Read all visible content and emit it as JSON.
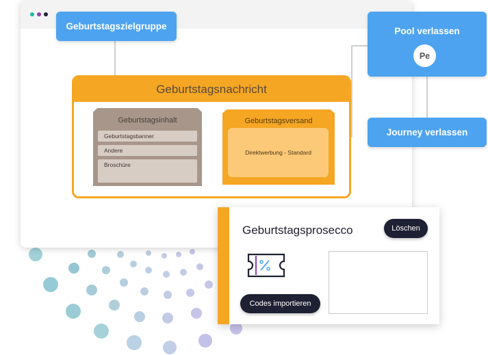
{
  "window": {
    "dot_colors": [
      "#1abc9c",
      "#8e44ad",
      "#1e2033"
    ]
  },
  "nodes": {
    "birthday_audience": "Geburtstagszielgruppe",
    "leave_pool": "Pool verlassen",
    "leave_pool_avatar": "Pe",
    "leave_journey": "Journey verlassen"
  },
  "message": {
    "title": "Geburtstagsnachricht",
    "content": {
      "title": "Geburtstagsinhalt",
      "items": [
        "Geburtstagsbanner",
        "Andere",
        "Broschüre"
      ]
    },
    "dispatch": {
      "title": "Geburtstagsversand",
      "channel": "Direktwerbung - Standard"
    }
  },
  "coupon": {
    "title": "Geburtstagsprosecco",
    "delete_label": "Löschen",
    "import_label": "Codes importieren",
    "icon": "coupon-ticket-icon"
  },
  "colors": {
    "accent_orange": "#f5a623",
    "accent_blue": "#4da3f0",
    "dark_button": "#1e2033"
  }
}
